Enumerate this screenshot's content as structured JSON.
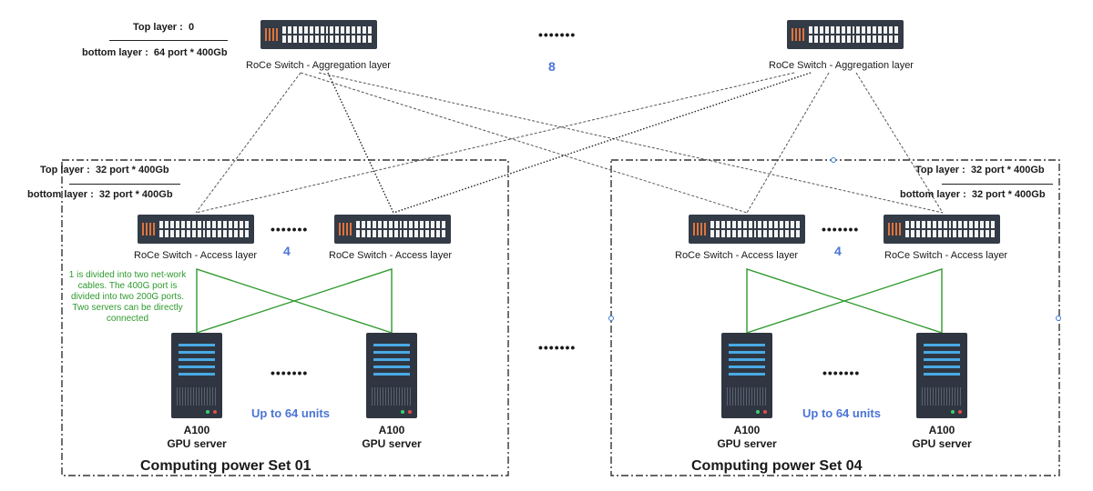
{
  "aggregation": {
    "top_label": "Top layer",
    "top_value": "0",
    "bottom_label": "bottom layer :",
    "bottom_value": "64 port * 400Gb",
    "switch_label": "RoCe Switch - Aggregation layer",
    "dots": "•••••••",
    "count": "8"
  },
  "sets": [
    {
      "title": "Computing power Set 01",
      "top_label": "Top layer",
      "top_value": "32 port * 400Gb",
      "bottom_label": "bottom layer",
      "bottom_value": "32 port * 400Gb",
      "access_label": "RoCe Switch - Access layer",
      "access_count": "4",
      "dots": "•••••••",
      "server_line1": "A100",
      "server_line2": "GPU server",
      "units": "Up to 64 units",
      "note": "1 is divided into two net-work cables. The 400G port is divided into two 200G ports. Two servers can be directly connected"
    },
    {
      "title": "Computing power Set 04",
      "top_label": "Top layer",
      "top_value": "32 port * 400Gb",
      "bottom_label": "bottom layer",
      "bottom_value": "32 port * 400Gb",
      "access_label": "RoCe Switch - Access layer",
      "access_count": "4",
      "dots": "•••••••",
      "server_line1": "A100",
      "server_line2": "GPU server",
      "units": "Up to 64 units"
    }
  ],
  "middle_dots": "•••••••",
  "colors": {
    "accent": "#4a74d6",
    "switch": "#333b46",
    "port_led": "#e0743c",
    "green_link": "#2e9a2e",
    "server": "#2f3641"
  },
  "icons": [
    "network-switch-icon",
    "gpu-server-icon"
  ]
}
